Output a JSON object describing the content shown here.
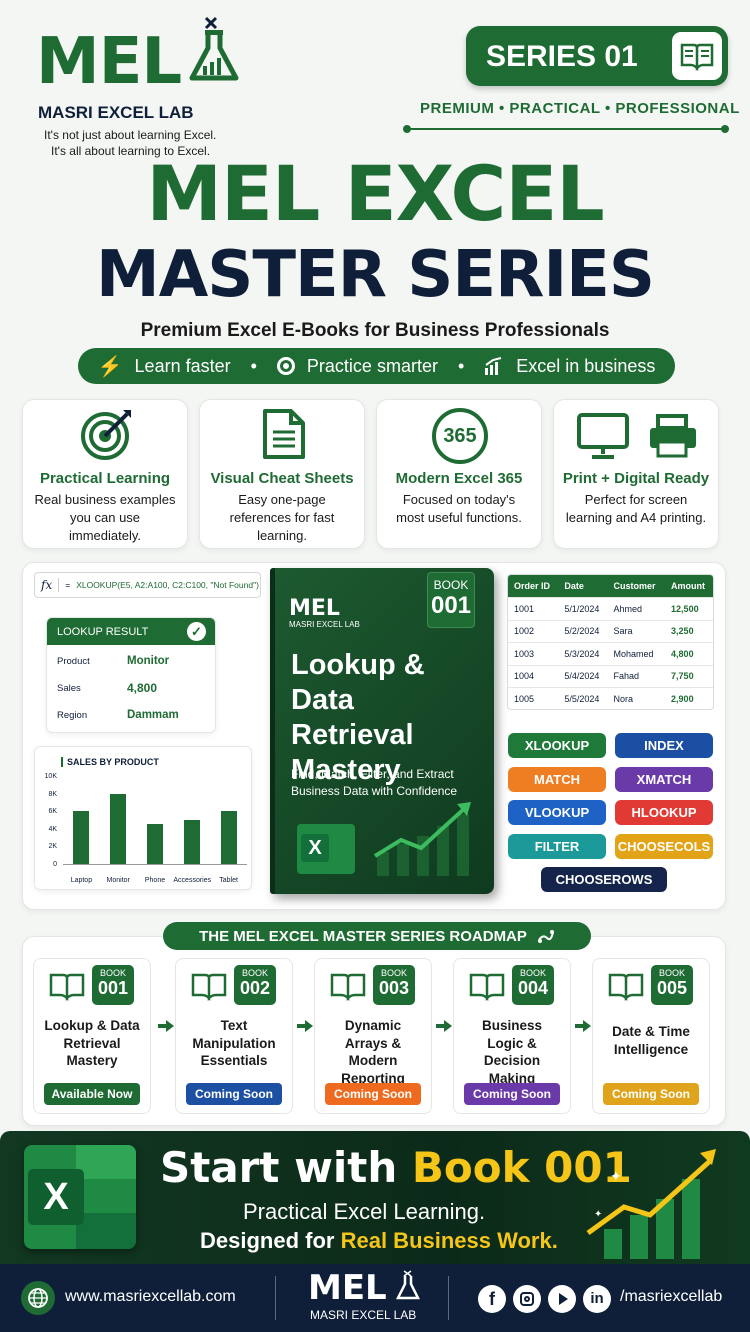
{
  "brand": {
    "logo": "MEL",
    "name": "MASRI EXCEL LAB",
    "tagline1": "It's not just about learning Excel.",
    "tagline2": "It's all about learning to Excel."
  },
  "series": {
    "label": "SERIES 01",
    "tags": "PREMIUM • PRACTICAL • PROFESSIONAL"
  },
  "hero": {
    "line1": "MEL EXCEL",
    "line2": "MASTER SERIES",
    "subtitle": "Premium Excel E-Books for Business Professionals",
    "bullets": [
      "Learn faster",
      "Practice smarter",
      "Excel in business"
    ],
    "sep": "•"
  },
  "features": [
    {
      "icon": "target-icon",
      "title": "Practical Learning",
      "desc": "Real business examples you can use immediately."
    },
    {
      "icon": "document-icon",
      "title": "Visual Cheat Sheets",
      "desc": "Easy one-page references for fast learning."
    },
    {
      "icon": "calendar-365-icon",
      "title": "Modern Excel 365",
      "desc": "Focused on today's most useful functions.",
      "badge": "365"
    },
    {
      "icon": "monitor-printer-icon",
      "title": "Print + Digital Ready",
      "desc": "Perfect for screen learning and A4 printing."
    }
  ],
  "formula": {
    "fx": "fx",
    "eq": "=",
    "text": "XLOOKUP(E5, A2:A100, C2:C100, \"Not Found\")"
  },
  "lookup": {
    "title": "LOOKUP RESULT",
    "rows": [
      {
        "label": "Product",
        "value": "Monitor"
      },
      {
        "label": "Sales",
        "value": "4,800"
      },
      {
        "label": "Region",
        "value": "Dammam"
      }
    ]
  },
  "chart_data": {
    "type": "bar",
    "title": "SALES BY PRODUCT",
    "categories": [
      "Laptop",
      "Monitor",
      "Phone",
      "Accessories",
      "Tablet"
    ],
    "values": [
      6000,
      8000,
      4500,
      5000,
      6000
    ],
    "yticks": [
      "10K",
      "8K",
      "6K",
      "4K",
      "2K",
      "0"
    ],
    "ylim": [
      0,
      10000
    ]
  },
  "book": {
    "tag": "BOOK",
    "num": "001",
    "logo": "MEL",
    "brand": "MASRI EXCEL LAB",
    "title": "Lookup & Data Retrieval Mastery",
    "subtitle": "Find, Match, Filter, and Extract Business Data with Confidence",
    "xl": "X"
  },
  "table": {
    "headers": [
      "Order ID",
      "Date",
      "Customer",
      "Amount"
    ],
    "rows": [
      [
        "1001",
        "5/1/2024",
        "Ahmed",
        "12,500"
      ],
      [
        "1002",
        "5/2/2024",
        "Sara",
        "3,250"
      ],
      [
        "1003",
        "5/3/2024",
        "Mohamed",
        "4,800"
      ],
      [
        "1004",
        "5/4/2024",
        "Fahad",
        "7,750"
      ],
      [
        "1005",
        "5/5/2024",
        "Nora",
        "2,900"
      ]
    ]
  },
  "functions": [
    {
      "name": "XLOOKUP",
      "color": "#1f7a3a"
    },
    {
      "name": "INDEX",
      "color": "#1a4fa3"
    },
    {
      "name": "MATCH",
      "color": "#ef7d22"
    },
    {
      "name": "XMATCH",
      "color": "#6a3aa8"
    },
    {
      "name": "VLOOKUP",
      "color": "#1d62c4"
    },
    {
      "name": "HLOOKUP",
      "color": "#e13a34"
    },
    {
      "name": "FILTER",
      "color": "#1c9a9a"
    },
    {
      "name": "CHOOSECOLS",
      "color": "#e3a317"
    },
    {
      "name": "CHOOSEROWS",
      "color": "#14244a"
    }
  ],
  "roadmap": {
    "title": "THE MEL EXCEL MASTER SERIES ROADMAP",
    "books": [
      {
        "tag": "BOOK",
        "num": "001",
        "title": "Lookup & Data Retrieval Mastery",
        "status": "Available Now",
        "color": "#1f6b34"
      },
      {
        "tag": "BOOK",
        "num": "002",
        "title": "Text Manipulation Essentials",
        "status": "Coming Soon",
        "color": "#1d4fa3"
      },
      {
        "tag": "BOOK",
        "num": "003",
        "title": "Dynamic Arrays & Modern Reporting",
        "status": "Coming Soon",
        "color": "#ee6a1f"
      },
      {
        "tag": "BOOK",
        "num": "004",
        "title": "Business Logic & Decision Making",
        "status": "Coming Soon",
        "color": "#6a3aa8"
      },
      {
        "tag": "BOOK",
        "num": "005",
        "title": "Date & Time Intelligence",
        "status": "Coming Soon",
        "color": "#e0a41c"
      }
    ]
  },
  "cta": {
    "start": "Start with",
    "book": "Book 001",
    "line2": "Practical Excel Learning.",
    "line3a": "Designed for",
    "line3b": "Real Business Work.",
    "xl": "X"
  },
  "footer": {
    "url": "www.masriexcellab.com",
    "logo": "MEL",
    "brand": "MASRI EXCEL LAB",
    "handle": "/masriexcellab",
    "social": [
      "f",
      "in"
    ]
  },
  "colors": {
    "green": "#1f6b34",
    "navy": "#0f1f3a",
    "gold": "#f5c518"
  }
}
